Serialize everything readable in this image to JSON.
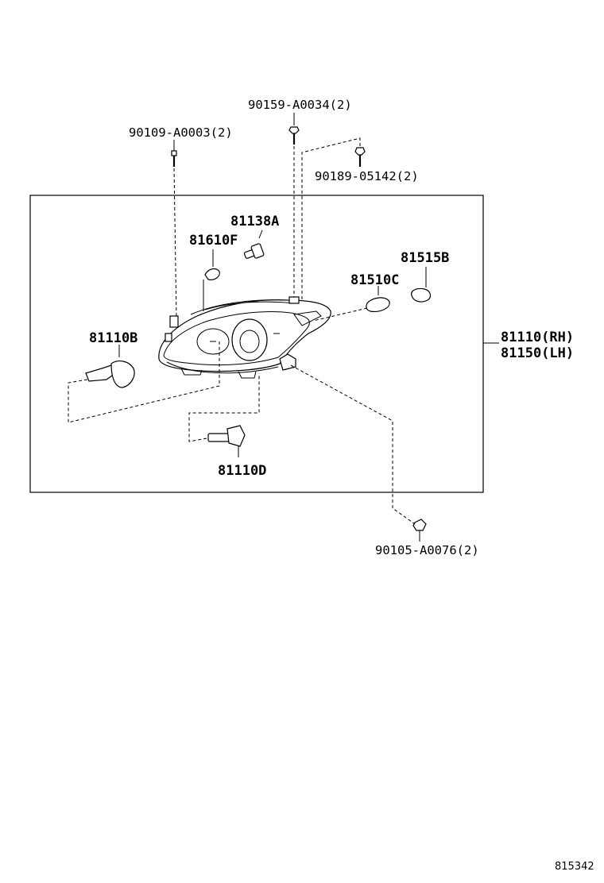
{
  "labels": {
    "p90159": "90159-A0034(2)",
    "p90109": "90109-A0003(2)",
    "p90189": "90189-05142(2)",
    "p81138A": "81138A",
    "p81610F": "81610F",
    "p81515B": "81515B",
    "p81510C": "81510C",
    "p81110B": "81110B",
    "p81110RH": "81110(RH)",
    "p81150LH": "81150(LH)",
    "p81110D": "81110D",
    "p90105": "90105-A0076(2)"
  },
  "figure_id": "815342"
}
